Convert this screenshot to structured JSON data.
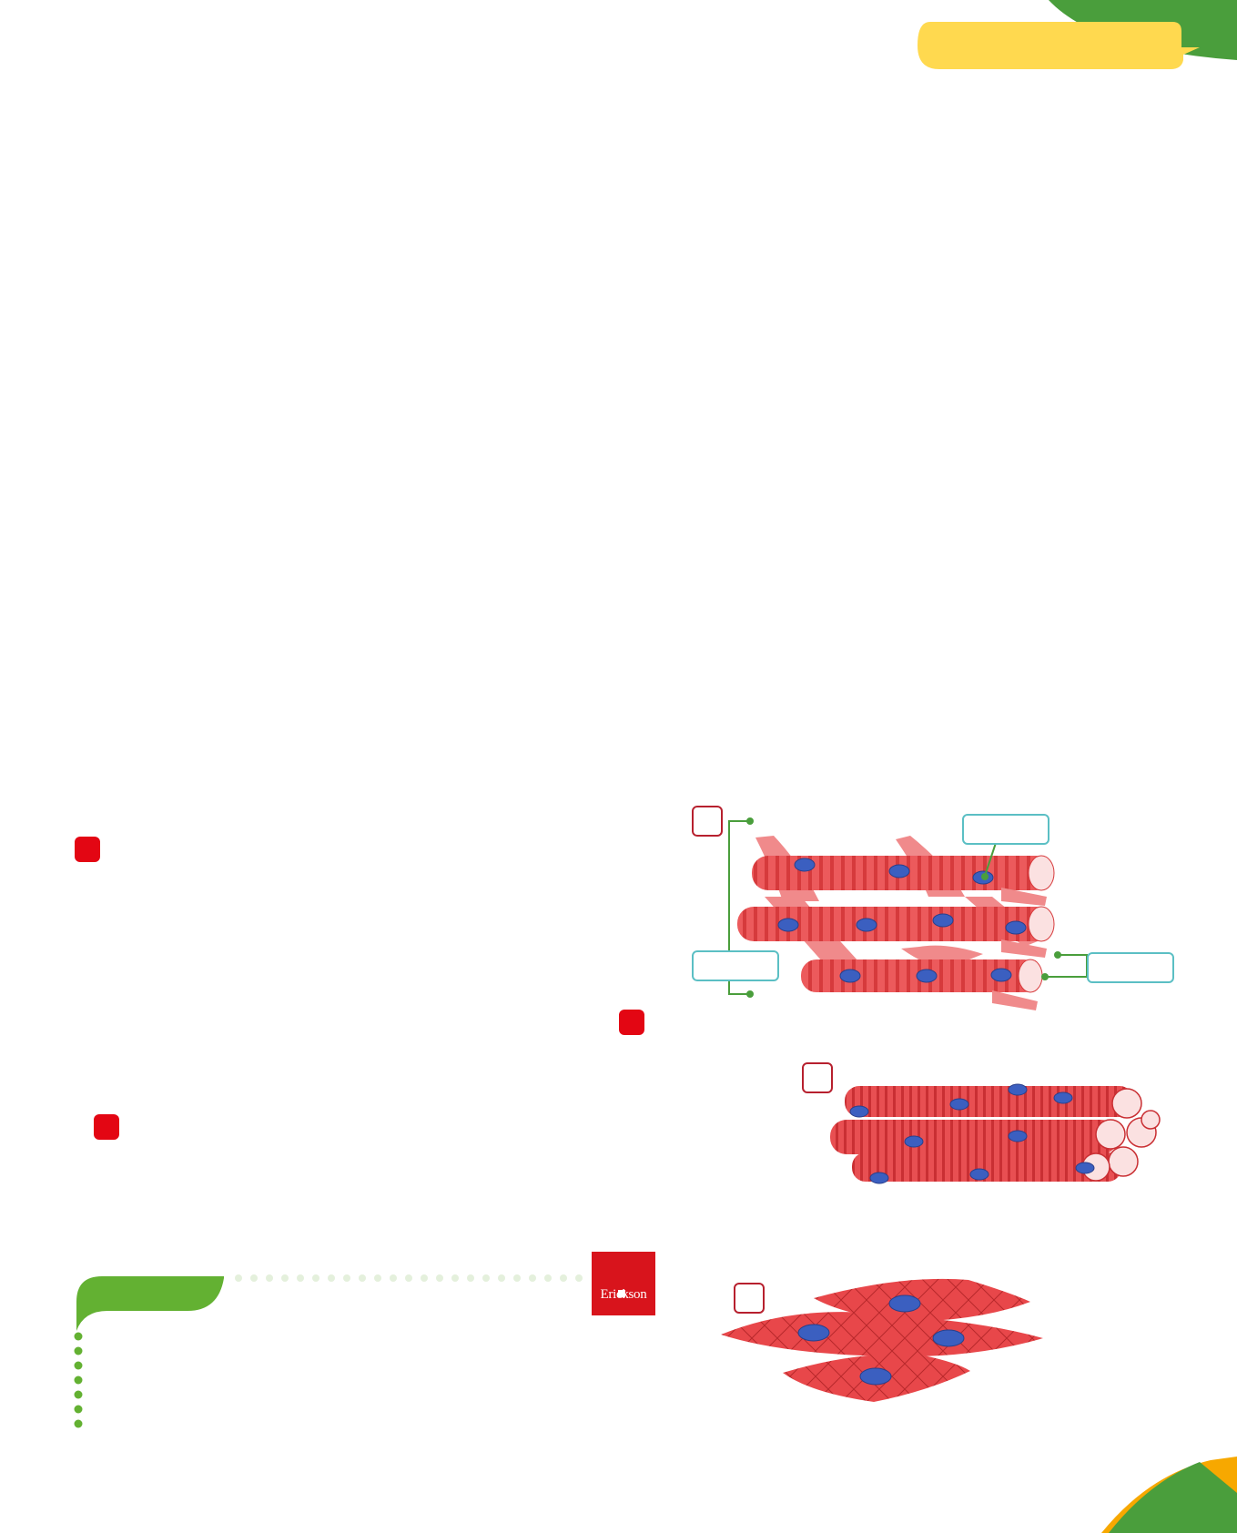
{
  "publisher": {
    "logo_text": "Erickson"
  },
  "colors": {
    "green": "#4a9e3c",
    "light_green": "#63b132",
    "yellow": "#ffd94f",
    "orange": "#f7a800",
    "bullet_red": "#e30613",
    "muscle_red": "#ec5a5c",
    "nucleus_blue": "#3b5fc0",
    "label_teal": "#5bbfc4",
    "outline_red": "#b7202e"
  },
  "figures": [
    {
      "id": "cardiac-muscle-tissue"
    },
    {
      "id": "skeletal-muscle-tissue"
    },
    {
      "id": "smooth-muscle-tissue"
    }
  ]
}
